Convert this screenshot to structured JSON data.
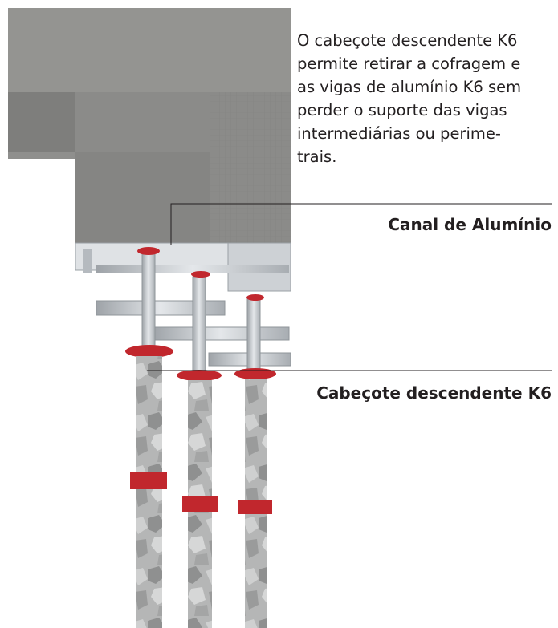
{
  "description": {
    "lines": [
      "O cabeçote descendente K6",
      "permite retirar a cofragem e",
      "as vigas de alumínio K6 sem",
      "perder o suporte das vigas",
      "intermediárias ou perime-",
      "trais."
    ]
  },
  "callouts": {
    "canal": "Canal de Alumínio",
    "cabecote": "Cabeçote descendente K6"
  },
  "colors": {
    "concrete": "#8c8c8a",
    "aluminium": "#c4c8cc",
    "red_accent": "#c1272d",
    "leader_line": "#231f20"
  }
}
